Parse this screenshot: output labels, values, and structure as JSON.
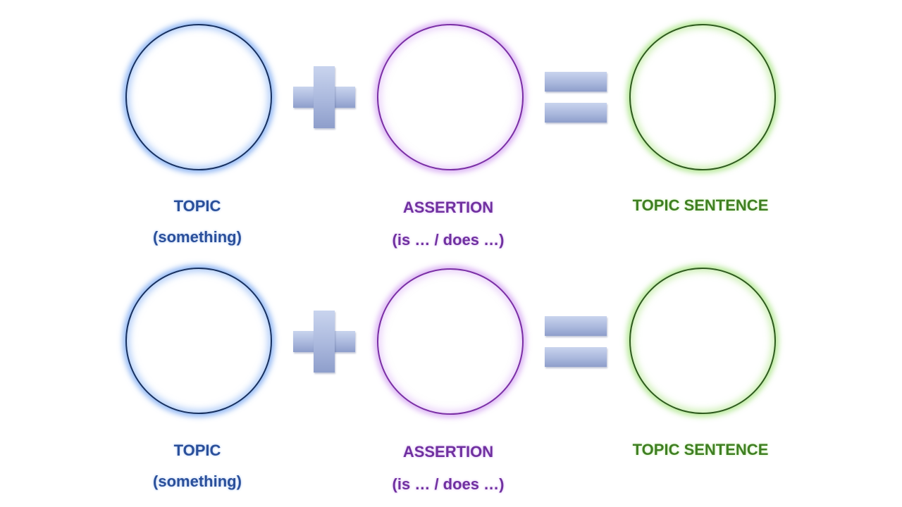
{
  "rows": [
    {
      "topic": {
        "title": "TOPIC",
        "subtitle": "(something)"
      },
      "assertion": {
        "title": "ASSERTION",
        "subtitle": "(is … / does …)"
      },
      "result": {
        "title": "TOPIC SENTENCE"
      }
    },
    {
      "topic": {
        "title": "TOPIC",
        "subtitle": "(something)"
      },
      "assertion": {
        "title": "ASSERTION",
        "subtitle": "(is … / does …)"
      },
      "result": {
        "title": "TOPIC SENTENCE"
      }
    }
  ],
  "colors": {
    "topic": "#2a4f9a",
    "assertion": "#7030a0",
    "topic_sentence": "#3f7f22",
    "operator": "#aab8dd"
  },
  "icons": {
    "plus": "plus-icon",
    "equals": "equals-icon"
  }
}
